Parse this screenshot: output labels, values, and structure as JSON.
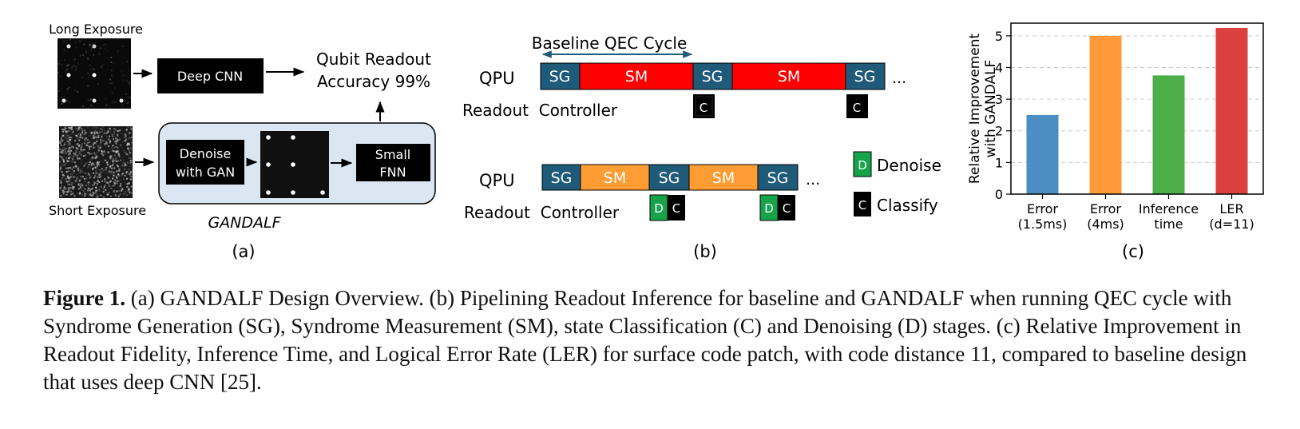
{
  "panel_a": {
    "long_exposure": "Long Exposure",
    "short_exposure": "Short Exposure",
    "deep_cnn": "Deep CNN",
    "readout_line1": "Qubit Readout",
    "readout_line2": "Accuracy 99%",
    "denoise_line1": "Denoise",
    "denoise_line2": "with GAN",
    "fnn_line1": "Small",
    "fnn_line2": "FNN",
    "gandalf": "GANDALF",
    "label": "(a)"
  },
  "panel_b": {
    "baseline_cycle": "Baseline QEC Cycle",
    "qpu": "QPU",
    "readout_controller": "Readout  Controller",
    "sg": "SG",
    "sm": "SM",
    "d": "D",
    "c": "C",
    "ellipsis": "...",
    "legend_denoise": "Denoise",
    "legend_classify": "Classify",
    "label": "(b)",
    "colors": {
      "sg": "#1f5a79",
      "sm_baseline": "#ff0000",
      "sm_gandalf": "#ff9c33",
      "denoise": "#17a34a",
      "classify": "#000000"
    }
  },
  "chart_data": {
    "type": "bar",
    "categories": [
      "Error\n(1.5ms)",
      "Error\n(4ms)",
      "Inference\ntime",
      "LER\n(d=11)"
    ],
    "values": [
      2.5,
      5.0,
      3.75,
      5.25
    ],
    "colors": [
      "#4a8ec4",
      "#ff9a3a",
      "#4caf4a",
      "#d9403e"
    ],
    "ylabel": "Relative Improvement with GANDALF",
    "yticks": [
      0,
      1,
      2,
      3,
      4,
      5
    ],
    "ylim": [
      0,
      5.4
    ],
    "grid": true,
    "label": "(c)"
  },
  "caption": {
    "bold": "Figure 1.",
    "text": " (a) GANDALF Design Overview. (b) Pipelining Readout Inference for baseline and GANDALF when running QEC cycle with Syndrome Generation (SG), Syndrome Measurement (SM), state Classification (C) and Denoising (D) stages. (c) Relative Improvement in Readout Fidelity, Inference Time, and Logical Error Rate (LER) for surface code patch, with code distance 11, compared to baseline design that uses deep CNN [25]."
  }
}
